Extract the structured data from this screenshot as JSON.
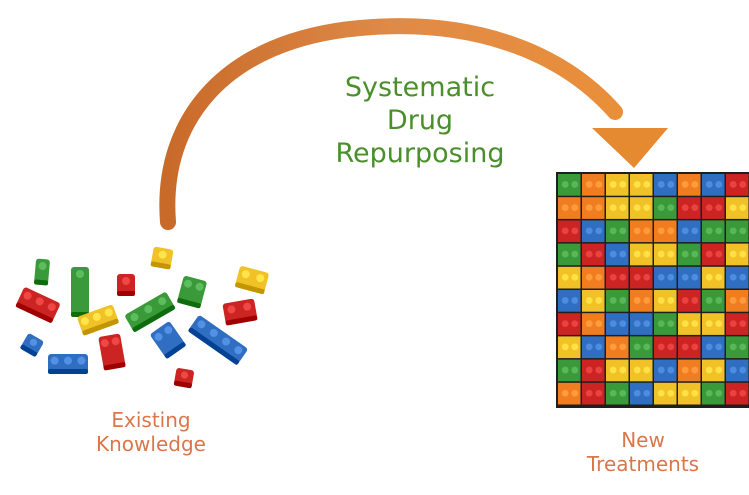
{
  "center_text": {
    "line1": "Systematic",
    "line2": "Drug",
    "line3": "Repurposing"
  },
  "left_text": {
    "line1": "Existing",
    "line2": "Knowledge"
  },
  "right_text": {
    "line1": "New",
    "line2": "Treatments"
  },
  "colors": {
    "arrow": "#d97a36",
    "center_text": "#4a8f2c",
    "side_text": "#d9774a",
    "brick_red": "#cc2323",
    "brick_blue": "#2f6ec0",
    "brick_green": "#3a9a3a",
    "brick_yellow": "#f0c228",
    "brick_orange": "#f07d1f"
  }
}
